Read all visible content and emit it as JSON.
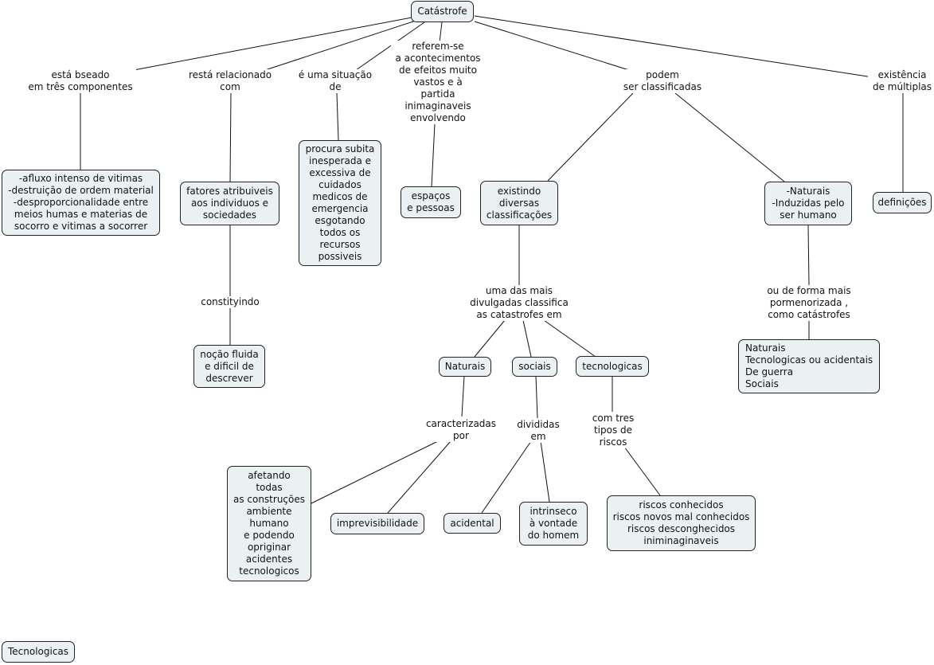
{
  "root": "Catástrofe",
  "links": {
    "componentes": "está bseado\nem três componentes",
    "relacionado": "restá relacionado\ncom",
    "situacao": "é uma situação\nde",
    "referem": "referem-se\na acontecimentos\nde efeitos muito\nvastos e à\npartida\ninimaginaveis\nenvolvendo",
    "classificadas": "podem\nser classificadas",
    "existencia": "existência\nde múltiplas",
    "constituindo": "constityindo",
    "mais_divulgadas": "uma das mais\ndivulgadas classifica\nas catastrofes em",
    "pormenorizada": "ou de forma mais\npormenorizada ,\ncomo catástrofes",
    "caracterizadas": "caracterizadas\npor",
    "divididas": "divididas\nem",
    "tres_tipos": "com tres\ntipos de\nriscos"
  },
  "nodes": {
    "afluxo": "-afluxo intenso de vitimas\n-destruição de ordem material\n-desproporcionalidade entre\nmeios humas e materias de\nsocorro e vitimas a socorrer",
    "fatores": "fatores atribuiveis\naos individuos e\nsociedades",
    "procura": "procura subita\ninesperada e\nexcessiva de\ncuidados\nmedicos de\nemergencia\nesgotando\ntodos os\nrecursos\npossiveis",
    "espacos": "espaços\ne pessoas",
    "diversas": "existindo\ndiversas\nclassificações",
    "naturais_induzidas": "-Naturais\n-Induzidas pelo\nser humano",
    "definicoes": "definições",
    "nocao": "noção fluida\ne dificil de\ndescrever",
    "naturais": "Naturais",
    "sociais": "sociais",
    "tecnologicas": "tecnologicas",
    "lista_catastrofes": "Naturais\nTecnologicas ou acidentais\nDe guerra\nSociais",
    "afetando": "afetando\ntodas\nas construções\nambiente\nhumano\ne podendo\nopriginar\nacidentes\ntecnologicos",
    "imprevisibilidade": "imprevisibilidade",
    "acidental": "acidental",
    "intrinseco": "intrinseco\nà vontade\ndo  homem",
    "riscos": "riscos conhecidos\nriscos novos mal conhecidos\nriscos desconghecidos\niniminaginaveis",
    "tecnologicas_solto": "Tecnologicas"
  }
}
